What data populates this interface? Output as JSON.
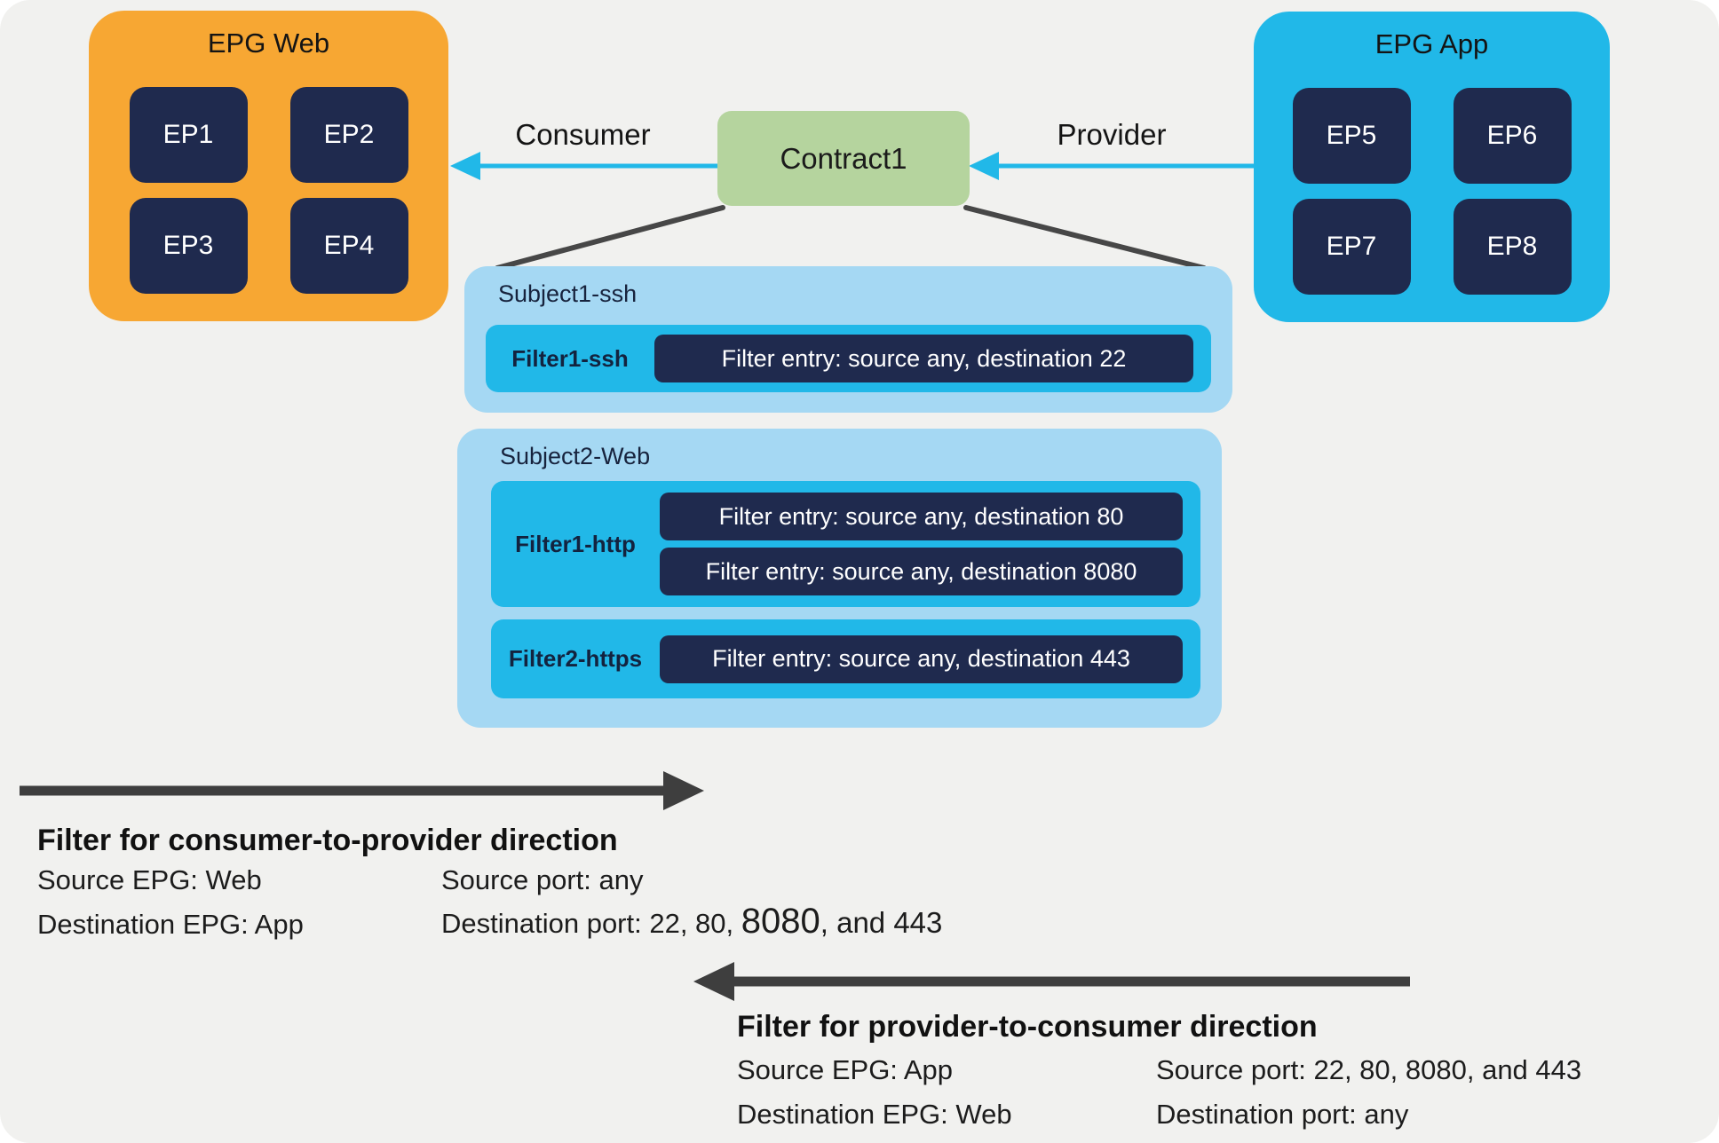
{
  "epg_web": {
    "title": "EPG Web",
    "endpoints": [
      "EP1",
      "EP2",
      "EP3",
      "EP4"
    ]
  },
  "epg_app": {
    "title": "EPG App",
    "endpoints": [
      "EP5",
      "EP6",
      "EP7",
      "EP8"
    ]
  },
  "contract": {
    "label": "Contract1"
  },
  "labels": {
    "consumer": "Consumer",
    "provider": "Provider"
  },
  "subjects": [
    {
      "name": "Subject1-ssh",
      "filters": [
        {
          "name": "Filter1-ssh",
          "entries": [
            "Filter entry: source any, destination 22"
          ]
        }
      ]
    },
    {
      "name": "Subject2-Web",
      "filters": [
        {
          "name": "Filter1-http",
          "entries": [
            "Filter entry: source any, destination 80",
            "Filter entry: source any, destination 8080"
          ]
        },
        {
          "name": "Filter2-https",
          "entries": [
            "Filter entry: source any, destination 443"
          ]
        }
      ]
    }
  ],
  "directions": [
    {
      "heading": "Filter for consumer-to-provider direction",
      "source_epg": "Source EPG: Web",
      "dest_epg": "Destination EPG: App",
      "source_port": "Source port: any",
      "dest_port_parts": [
        "Destination port: 22, 80, ",
        "8080",
        ", and 443"
      ]
    },
    {
      "heading": "Filter for provider-to-consumer direction",
      "source_epg": "Source EPG: App",
      "dest_epg": "Destination EPG: Web",
      "source_port": "Source port: 22, 80, 8080, and 443",
      "dest_port": "Destination port: any"
    }
  ],
  "colors": {
    "background": "#F1F1EF",
    "epg_web_fill": "#F7A733",
    "epg_app_fill": "#21B8E8",
    "endpoint_fill": "#1F2A4E",
    "contract_fill": "#B5D49E",
    "subject_fill": "#A5D8F3",
    "filter_fill": "#21B8E8",
    "entry_fill": "#1F2A4E",
    "flow_arrow_color": "#21B8E8",
    "direction_arrow_color": "#3E3E3E"
  }
}
